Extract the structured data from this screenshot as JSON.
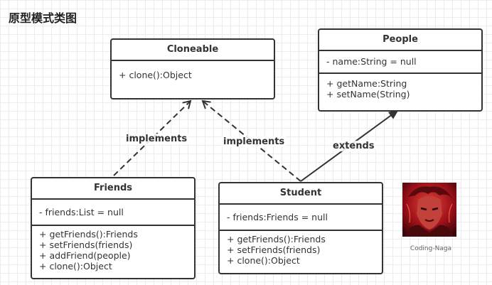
{
  "title": "原型模式类图",
  "classes": {
    "cloneable": {
      "name": "Cloneable",
      "attributes": [],
      "methods": [
        "+ clone():Object"
      ]
    },
    "people": {
      "name": "People",
      "attributes": [
        "- name:String = null"
      ],
      "methods": [
        "+ getName:String",
        "+ setName(String)"
      ]
    },
    "friends": {
      "name": "Friends",
      "attributes": [
        "- friends:List = null"
      ],
      "methods": [
        "+ getFriends():Friends",
        "+ setFriends(friends)",
        "+ addFriend(people)",
        "+ clone():Object"
      ]
    },
    "student": {
      "name": "Student",
      "attributes": [
        "- friends:Friends = null"
      ],
      "methods": [
        "+ getFriends():Friends",
        "+ setFriends(friends)",
        "+ clone():Object"
      ]
    }
  },
  "relations": {
    "friends_implements": "implements",
    "student_implements": "implements",
    "student_extends": "extends"
  },
  "avatar_caption": "Coding-Naga",
  "colors": {
    "line": "#333333",
    "grid": "#ececec",
    "avatar_red": "#b0121b"
  }
}
